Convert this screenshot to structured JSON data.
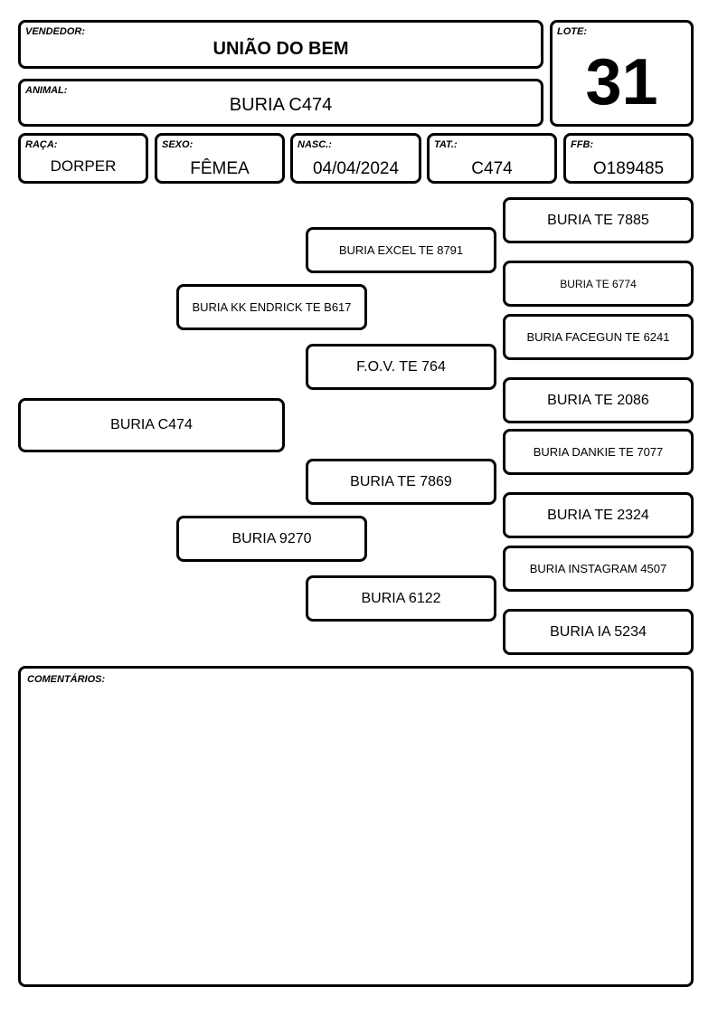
{
  "header": {
    "vendedor_label": "VENDEDOR:",
    "vendedor": "UNIÃO DO BEM",
    "lote_label": "LOTE:",
    "lote": "31",
    "animal_label": "ANIMAL:",
    "animal": "BURIA C474"
  },
  "info": {
    "raca_label": "RAÇA:",
    "raca": "DORPER",
    "sexo_label": "SEXO:",
    "sexo": "FÊMEA",
    "nasc_label": "NASC.:",
    "nasc": "04/04/2024",
    "tat_label": "TAT.:",
    "tat": "C474",
    "ffb_label": "FFB:",
    "ffb": "O189485"
  },
  "pedigree": {
    "animal": "BURIA C474",
    "sire": "BURIA KK ENDRICK TE B617",
    "dam": "BURIA 9270",
    "sire_sire": "BURIA EXCEL TE 8791",
    "sire_dam": "F.O.V. TE 764",
    "dam_sire": "BURIA TE 7869",
    "dam_dam": "BURIA 6122",
    "gg": [
      "BURIA TE 7885",
      "BURIA TE 6774",
      "BURIA FACEGUN TE 6241",
      "BURIA TE 2086",
      "BURIA DANKIE TE 7077",
      "BURIA TE 2324",
      "BURIA INSTAGRAM 4507",
      "BURIA IA 5234"
    ]
  },
  "comments": {
    "label": "COMENTÁRIOS:",
    "text": ""
  }
}
